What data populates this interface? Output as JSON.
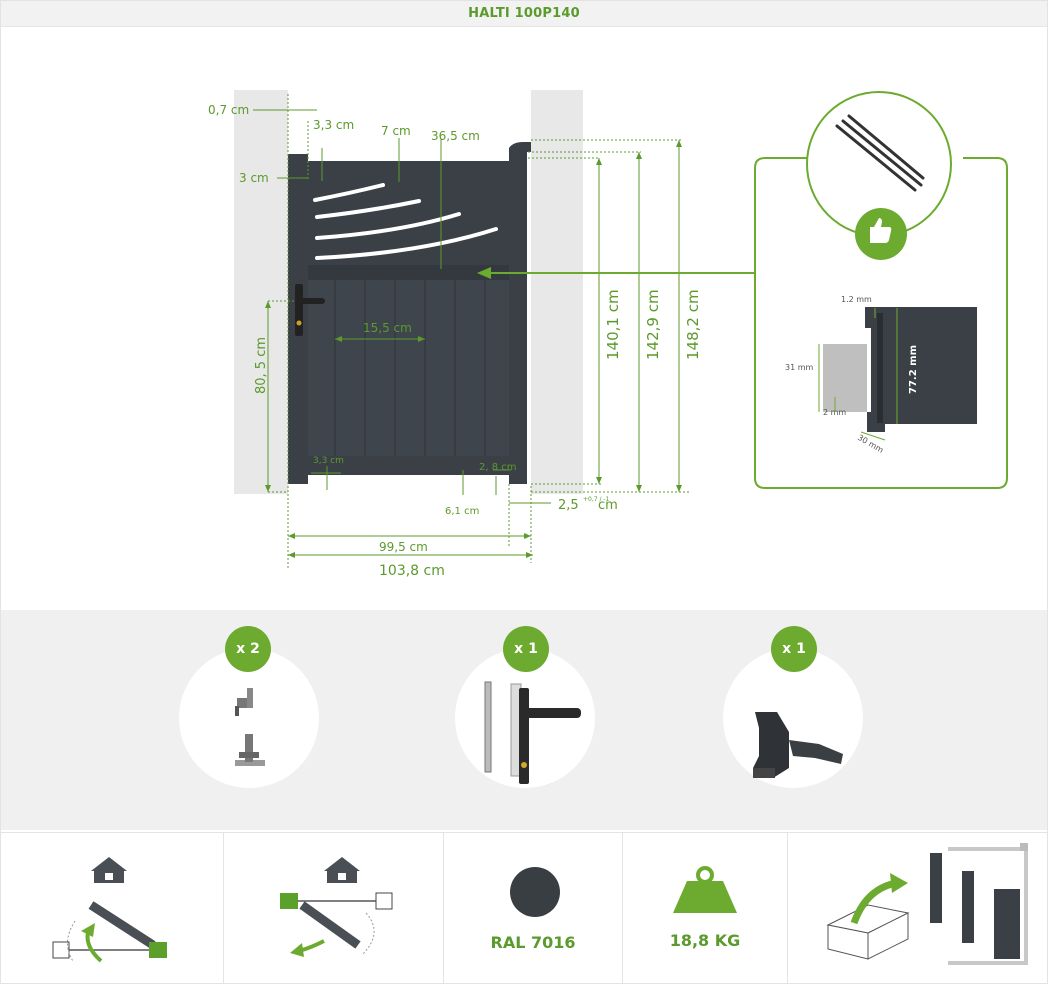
{
  "title": "HALTI 100P140",
  "dimensions": {
    "d_0_7": "0,7 cm",
    "d_3_3_top": "3,3 cm",
    "d_7": "7 cm",
    "d_36_5": "36,5 cm",
    "d_3": "3 cm",
    "d_80_5": "80, 5 cm",
    "d_15_5": "15,5 cm",
    "d_3_3_bottom": "3,3 cm",
    "d_2_8": "2, 8 cm",
    "d_6_1": "6,1 cm",
    "d_2_5": "2,5",
    "d_2_5_sup": "+0,7 / -1",
    "d_2_5_unit": "cm",
    "d_140_1": "140,1 cm",
    "d_142_9": "142,9 cm",
    "d_148_2": "148,2 cm",
    "d_99_5": "99,5 cm",
    "d_103_8": "103,8 cm"
  },
  "profile": {
    "d_1_2": "1.2 mm",
    "d_31": "31 mm",
    "d_2": "2 mm",
    "d_77_2": "77.2 mm",
    "d_30": "30 mm"
  },
  "accessories": [
    {
      "qty": "x 2",
      "name": "hinges-icon"
    },
    {
      "qty": "x 1",
      "name": "lock-handle-icon"
    },
    {
      "qty": "x 1",
      "name": "gate-stop-icon"
    }
  ],
  "features": {
    "color_label": "RAL 7016",
    "color_hex": "#383e42",
    "weight_label": "18,8 KG"
  },
  "colors": {
    "accent": "#6cab2f",
    "dim_line": "#5b9a2c",
    "gate": "#3b4047",
    "wall": "#e8e8e8"
  }
}
